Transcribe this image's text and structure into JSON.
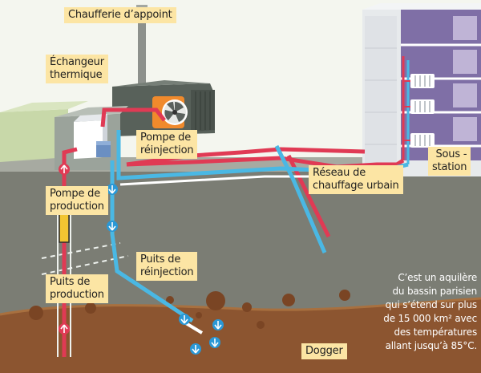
{
  "labels": {
    "chaufferie": "Chaufferie d’appoint",
    "echangeur_l1": "Échangeur",
    "echangeur_l2": "thermique",
    "pompe_reinjection_l1": "Pompe de",
    "pompe_reinjection_l2": "réinjection",
    "reseau_l1": "Réseau de",
    "reseau_l2": "chauffage urbain",
    "sous_station_l1": "Sous -",
    "sous_station_l2": "station",
    "pompe_production_l1": "Pompe de",
    "pompe_production_l2": "production",
    "puits_reinjection_l1": "Puits de",
    "puits_reinjection_l2": "réinjection",
    "puits_production_l1": "Puits de",
    "puits_production_l2": "production",
    "dogger": "Dogger"
  },
  "note": {
    "l1": "C’est un aquilère",
    "l2": "du bassin parisien",
    "l3": "qui s’étend sur plus",
    "l4": "de 15 000 km² avec",
    "l5": "des températures",
    "l6": "allant jusqu’à 85°C."
  },
  "colors": {
    "hot_pipe": "#e03a54",
    "cold_pipe": "#4ab8e4",
    "label_bg": "#fce5a4",
    "ground": "#7b7d74",
    "dogger_layer": "#8c5530",
    "building_purple": "#7f6fa6"
  },
  "icons": {
    "hot_flow": "up-arrow-circle-red",
    "cold_flow": "down-arrow-circle-blue",
    "radiator": "radiator-icon",
    "fan": "fan-icon"
  }
}
